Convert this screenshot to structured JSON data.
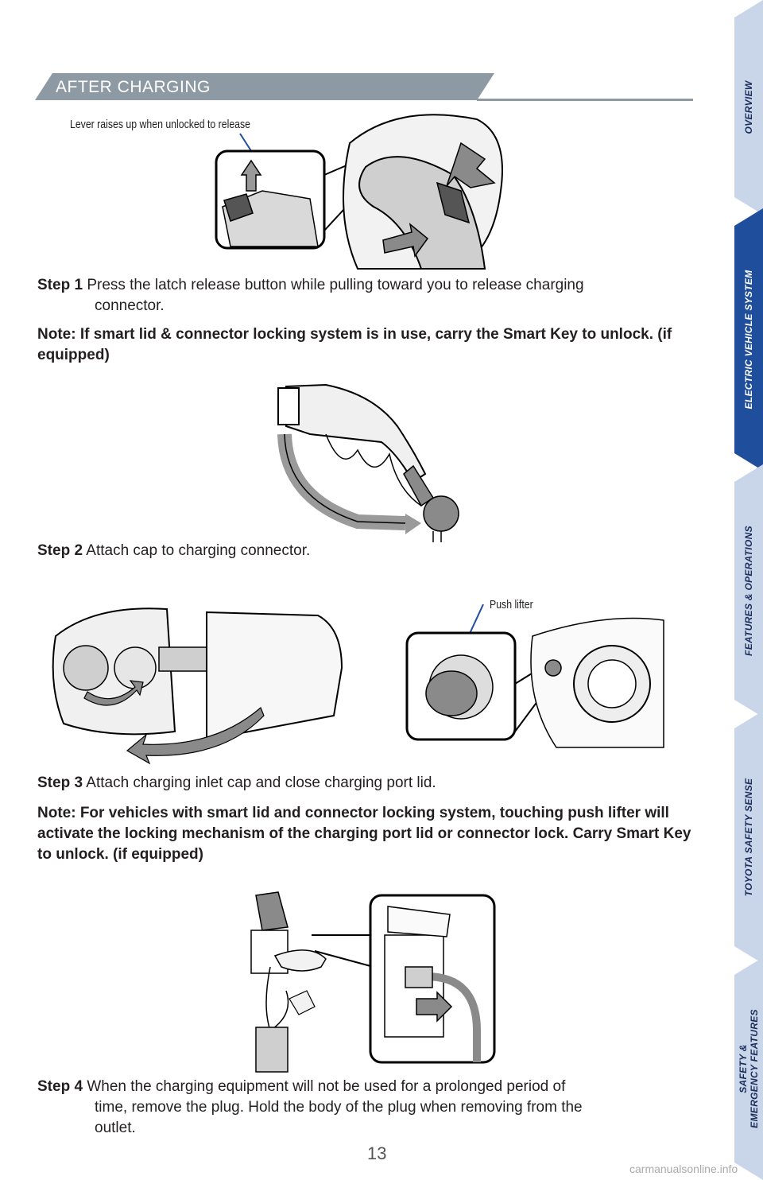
{
  "section_title": "AFTER CHARGING",
  "side_tabs": [
    {
      "label": "OVERVIEW",
      "active": false
    },
    {
      "label": "ELECTRIC VEHICLE SYSTEM",
      "active": true
    },
    {
      "label": "FEATURES & OPERATIONS",
      "active": false
    },
    {
      "label": "TOYOTA SAFETY SENSE",
      "active": false
    },
    {
      "label": "SAFETY &",
      "label2": "EMERGENCY FEATURES",
      "active": false
    }
  ],
  "callouts": {
    "lever": "Lever raises up when unlocked to release",
    "push_lifter": "Push lifter"
  },
  "step1": {
    "label": "Step 1",
    "text": "Press the latch release button while pulling toward you to release charging",
    "text2": "connector."
  },
  "note1": "Note: If smart lid & connector locking system is in use, carry the Smart Key to unlock. (if equipped)",
  "step2": {
    "label": "Step 2",
    "text": "Attach cap to charging connector."
  },
  "step3": {
    "label": "Step 3",
    "text": "Attach charging inlet cap and close charging port lid."
  },
  "note3": "Note: For vehicles with smart lid and connector locking system, touching push lifter will activate the locking mechanism of the charging port lid or connector lock. Carry Smart Key to unlock. (if equipped)",
  "step4": {
    "label": "Step 4",
    "text": "When the charging equipment will not be used for a prolonged period of",
    "text2": "time, remove the plug. Hold the body of the plug when removing from the",
    "text3": "outlet."
  },
  "page_number": "13",
  "watermark": "carmanualsonline.info"
}
